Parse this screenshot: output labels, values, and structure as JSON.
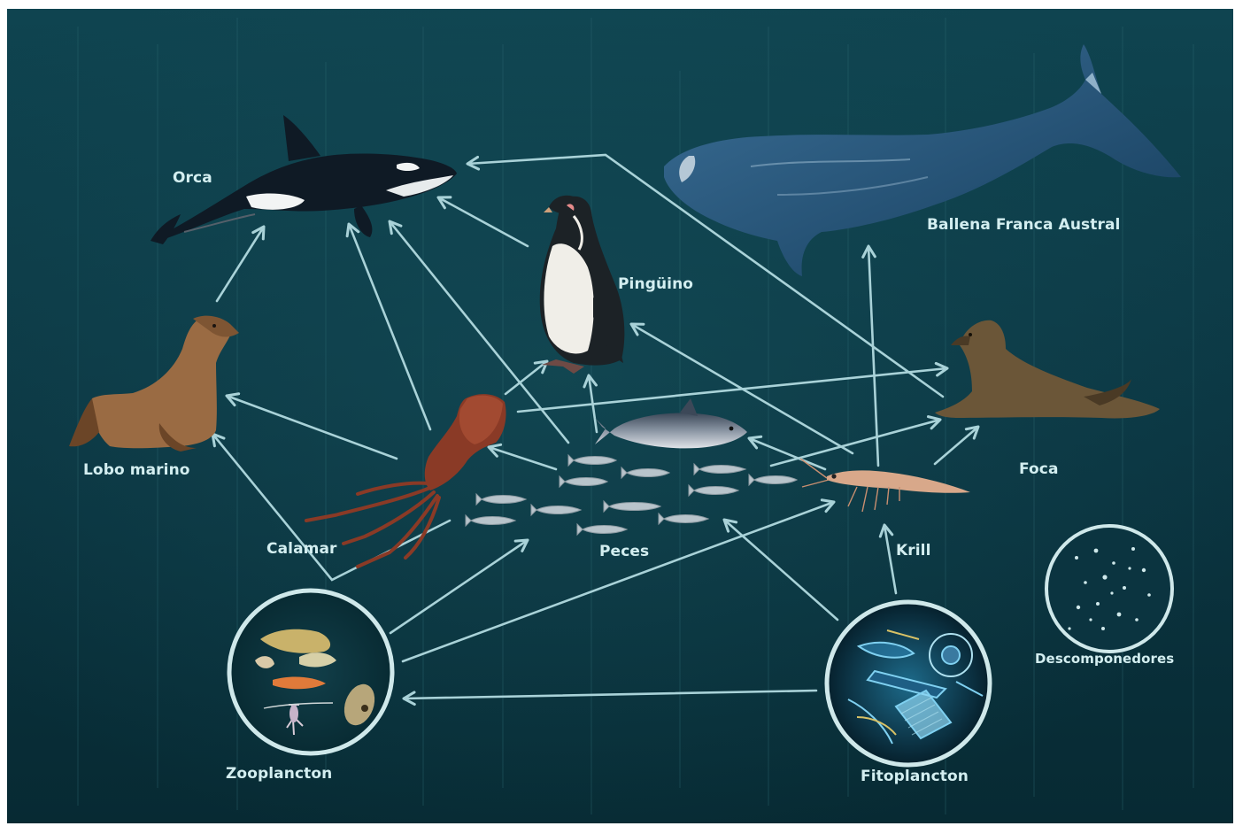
{
  "diagram": {
    "nodes": [
      {
        "id": "orca",
        "label": "Orca",
        "icon": "orca-icon"
      },
      {
        "id": "ballena",
        "label": "Ballena Franca Austral",
        "icon": "whale-icon"
      },
      {
        "id": "pinguino",
        "label": "Pingüino",
        "icon": "penguin-icon"
      },
      {
        "id": "lobo",
        "label": "Lobo marino",
        "icon": "sea-lion-icon"
      },
      {
        "id": "foca",
        "label": "Foca",
        "icon": "seal-icon"
      },
      {
        "id": "calamar",
        "label": "Calamar",
        "icon": "squid-icon"
      },
      {
        "id": "peces",
        "label": "Peces",
        "icon": "fish-school-icon"
      },
      {
        "id": "krill",
        "label": "Krill",
        "icon": "krill-icon"
      },
      {
        "id": "zooplancton",
        "label": "Zooplancton",
        "icon": "zooplankton-icon"
      },
      {
        "id": "fitoplancton",
        "label": "Fitoplancton",
        "icon": "phytoplankton-icon"
      },
      {
        "id": "descomponedores",
        "label": "Descomponedores",
        "icon": "decomposers-icon"
      }
    ],
    "edges": [
      {
        "from": "lobo",
        "to": "orca"
      },
      {
        "from": "calamar",
        "to": "orca"
      },
      {
        "from": "peces",
        "to": "orca"
      },
      {
        "from": "pinguino",
        "to": "orca"
      },
      {
        "from": "foca",
        "to": "orca"
      },
      {
        "from": "krill",
        "to": "ballena"
      },
      {
        "from": "calamar",
        "to": "lobo"
      },
      {
        "from": "peces",
        "to": "lobo"
      },
      {
        "from": "calamar",
        "to": "pinguino"
      },
      {
        "from": "peces",
        "to": "pinguino"
      },
      {
        "from": "krill",
        "to": "pinguino"
      },
      {
        "from": "calamar",
        "to": "foca"
      },
      {
        "from": "peces",
        "to": "foca"
      },
      {
        "from": "krill",
        "to": "foca"
      },
      {
        "from": "peces",
        "to": "calamar"
      },
      {
        "from": "krill",
        "to": "peces"
      },
      {
        "from": "zooplancton",
        "to": "peces"
      },
      {
        "from": "zooplancton",
        "to": "krill"
      },
      {
        "from": "fitoplancton",
        "to": "zooplancton"
      },
      {
        "from": "fitoplancton",
        "to": "krill"
      },
      {
        "from": "fitoplancton",
        "to": "peces"
      }
    ]
  },
  "colors": {
    "background": "#0d3a45",
    "background_dark": "#082c35",
    "arrow": "#a9d2d8",
    "label": "#d3eef0"
  }
}
